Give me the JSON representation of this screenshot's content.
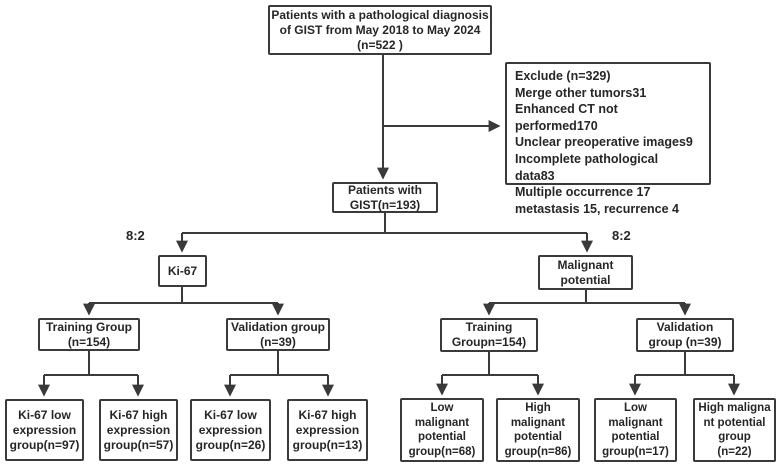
{
  "title": "GIST patient selection flowchart",
  "palette": {
    "line": "#3a3a3a",
    "text": "#262626",
    "box_bg": "#ffffff"
  },
  "nodes": {
    "top": "Patients with a pathological diagnosis\nof GIST from May 2018 to May 2024\n(n=522 )",
    "exclude": "Exclude (n=329)\nMerge other tumors31\nEnhanced CT not performed170\nUnclear preoperative images9\nIncomplete pathological data83\nMultiple occurrence 17\nmetastasis 15, recurrence 4",
    "gist": "Patients with\nGIST(n=193)",
    "ratio_left": "8:2",
    "ratio_right": "8:2",
    "ki67": "Ki-67",
    "malignant": "Malignant\npotential",
    "train_ki67": "Training Group\n(n=154)",
    "valid_ki67": "Validation group\n(n=39)",
    "train_mp": "Training\nGroupn=154)",
    "valid_mp": "Validation\ngroup (n=39)",
    "ki67_low_train": "Ki-67 low\nexpression\ngroup(n=97)",
    "ki67_high_train": "Ki-67 high\nexpression\ngroup(n=57)",
    "ki67_low_valid": "Ki-67 low\nexpression\ngroup(n=26)",
    "ki67_high_valid": "Ki-67 high\nexpression\ngroup(n=13)",
    "mp_low_train": "Low\nmalignant\npotential\ngroup(n=68)",
    "mp_high_train": "High\nmalignant\npotential\ngroup(n=86)",
    "mp_low_valid": "Low\nmalignant\npotential\ngroup(n=17)",
    "mp_high_valid": "High maligna\nnt potential\ngroup\n(n=22)"
  }
}
